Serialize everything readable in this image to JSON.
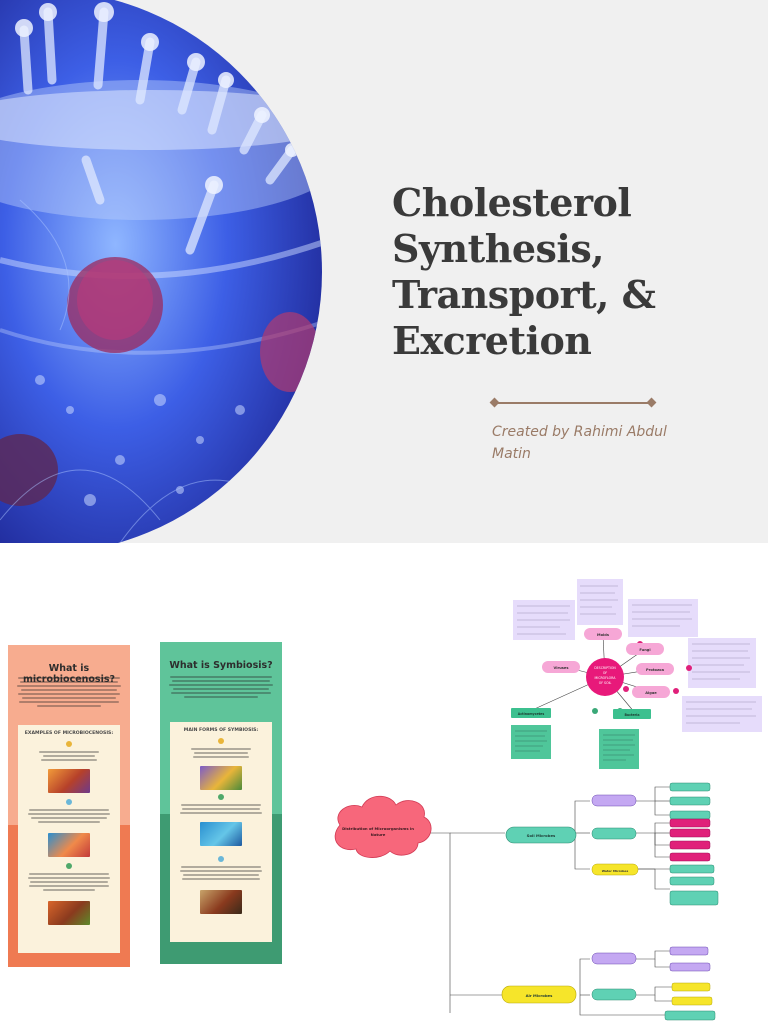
{
  "slide": {
    "title_lines": [
      "Cholesterol",
      "Synthesis,",
      "Transport, &",
      "Excretion"
    ],
    "credit": "Created by Rahimi Abdul Matin"
  },
  "poster_micro": {
    "title": "What is microbiocenosis?",
    "section": "EXAMPLES OF MICROBIOCENOSIS:"
  },
  "poster_symb": {
    "title": "What is Symbiosis?",
    "section": "MAIN FORMS OF SYMBIOSIS:"
  },
  "mindmap": {
    "center": [
      "DESCRIPTION",
      "OF",
      "MICROFLORA",
      "OF SOIL"
    ],
    "node_molds": "Molds",
    "node_viruses": "Viruses",
    "node_fungi": "Fungi",
    "node_protozoa": "Protozoa",
    "node_algae": "Algae",
    "node_actinomycetes": "Actinomycetes",
    "node_bacteria": "Bacteria",
    "cloud": [
      "Distribution of Microorganisms in",
      "Nature"
    ],
    "node_soil": "Soil Microbes",
    "node_water": "Water Microbes",
    "node_air": "Air Microbes"
  },
  "colors": {
    "slide_bg": "#f0f0f0",
    "title": "#3a3a3a",
    "accent": "#9a7b67",
    "poster_micro": "#f7ac8f",
    "poster_symb": "#5fc49a",
    "center_node": "#e8197a",
    "cloud": "#f7677b",
    "teal_node": "#5fd1b4",
    "yellow_node": "#f6e52a",
    "lavender_node": "#c4a8f2",
    "magenta_leaf": "#e0207a"
  }
}
